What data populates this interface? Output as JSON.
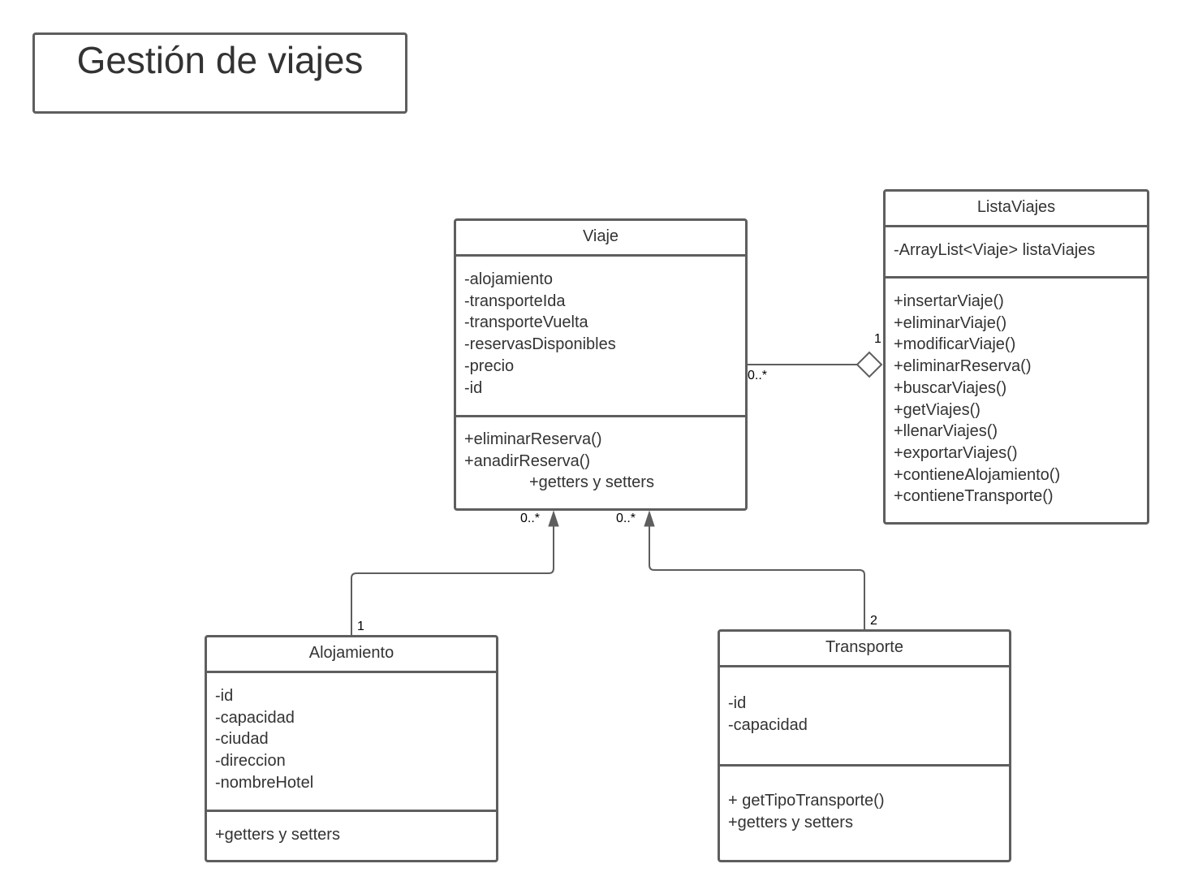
{
  "title": "Gestión de viajes",
  "colors": {
    "stroke": "#5e5e5e",
    "text": "#333333",
    "background": "#ffffff"
  },
  "classes": {
    "viaje": {
      "name": "Viaje",
      "attributes": [
        "-alojamiento",
        "-transporteIda",
        "-transporteVuelta",
        "-reservasDisponibles",
        "-precio",
        "-id"
      ],
      "methods": [
        "+eliminarReserva()",
        "+anadirReserva()",
        "+getters y setters"
      ]
    },
    "listaViajes": {
      "name": "ListaViajes",
      "attributes": [
        "-ArrayList<Viaje> listaViajes"
      ],
      "methods": [
        "+insertarViaje()",
        "+eliminarViaje()",
        "+modificarViaje()",
        "+eliminarReserva()",
        "+buscarViajes()",
        "+getViajes()",
        "+llenarViajes()",
        "+exportarViajes()",
        "+contieneAlojamiento()",
        "+contieneTransporte()"
      ]
    },
    "alojamiento": {
      "name": "Alojamiento",
      "attributes": [
        "-id",
        "-capacidad",
        "-ciudad",
        "-direccion",
        "-nombreHotel"
      ],
      "methods": [
        "+getters y setters"
      ]
    },
    "transporte": {
      "name": "Transporte",
      "attributes": [
        "-id",
        "-capacidad"
      ],
      "methods": [
        "+ getTipoTransporte()",
        "+getters y setters"
      ]
    }
  },
  "relations": {
    "viaje_lista": {
      "type": "aggregation",
      "from_mult": "0..*",
      "to_mult": "1"
    },
    "alojamiento_viaje": {
      "type": "association",
      "from_mult": "1",
      "to_mult": "0..*"
    },
    "transporte_viaje": {
      "type": "association",
      "from_mult": "2",
      "to_mult": "0..*"
    }
  }
}
